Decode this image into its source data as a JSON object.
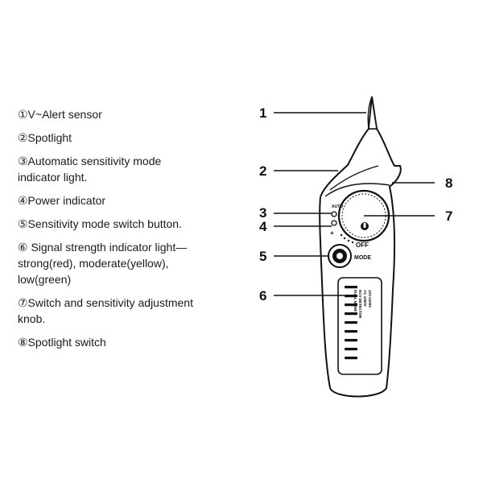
{
  "legend": [
    {
      "lines": [
        "①V~Alert sensor"
      ]
    },
    {
      "lines": [
        "②Spotlight"
      ]
    },
    {
      "lines": [
        "③Automatic sensitivity mode",
        "indicator light."
      ]
    },
    {
      "lines": [
        "④Power indicator"
      ]
    },
    {
      "lines": [
        "⑤Sensitivity mode switch button."
      ]
    },
    {
      "lines": [
        "⑥ Signal strength indicator light—",
        "strong(red), moderate(yellow),",
        "low(green)"
      ]
    },
    {
      "lines": [
        "⑦Switch and sensitivity adjustment",
        "knob."
      ]
    },
    {
      "lines": [
        "⑧Spotlight switch"
      ]
    }
  ],
  "callouts": [
    "1",
    "2",
    "3",
    "4",
    "5",
    "6",
    "7",
    "8"
  ],
  "device": {
    "off_label": "OFF",
    "mode_label": "MODE",
    "plus_label": "+",
    "auto_label": "AUTO",
    "panel_text": [
      "12V-1000V",
      "AC 1000V",
      "NCV DETECTOR",
      "DUAL MODE"
    ]
  }
}
